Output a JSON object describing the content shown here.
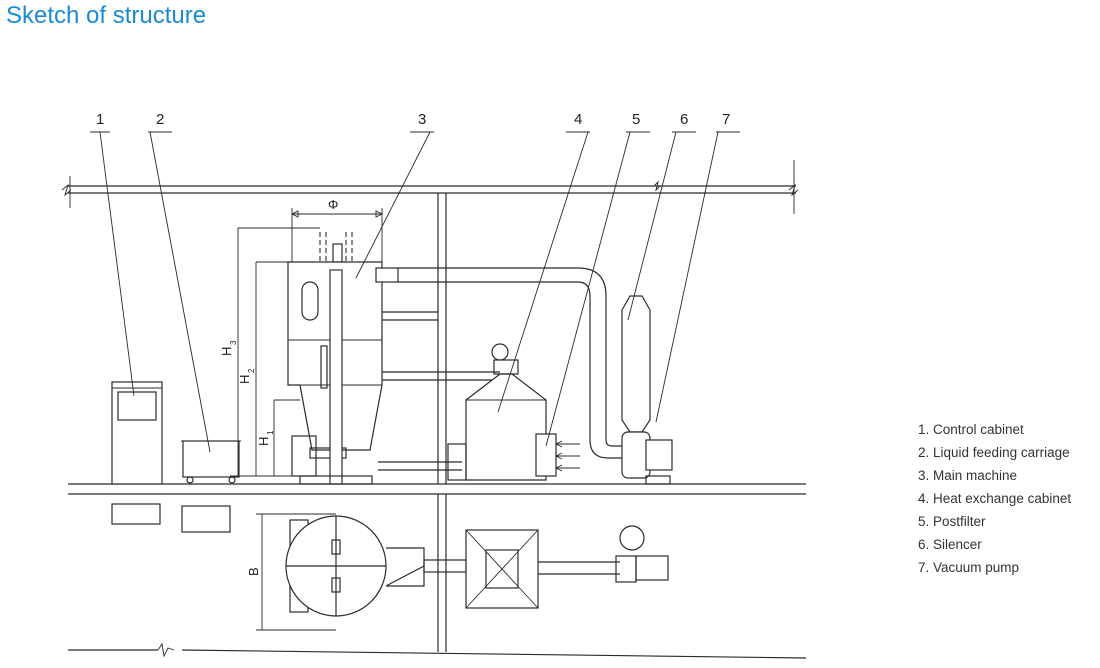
{
  "title": "Sketch of structure",
  "callouts": [
    "1",
    "2",
    "3",
    "4",
    "5",
    "6",
    "7"
  ],
  "dimensions": {
    "phi": "Φ",
    "h1": "H",
    "h1_sub": "1",
    "h2": "H",
    "h2_sub": "2",
    "h3": "H",
    "h3_sub": "3",
    "b": "B"
  },
  "legend": [
    "1. Control cabinet",
    "2. Liquid feeding carriage",
    "3. Main machine",
    "4. Heat exchange cabinet",
    "5. Postfilter",
    "6. Silencer",
    "7. Vacuum pump"
  ],
  "colors": {
    "title": "#1a8ad6",
    "line": "#2b2b2b",
    "text": "#333333"
  }
}
